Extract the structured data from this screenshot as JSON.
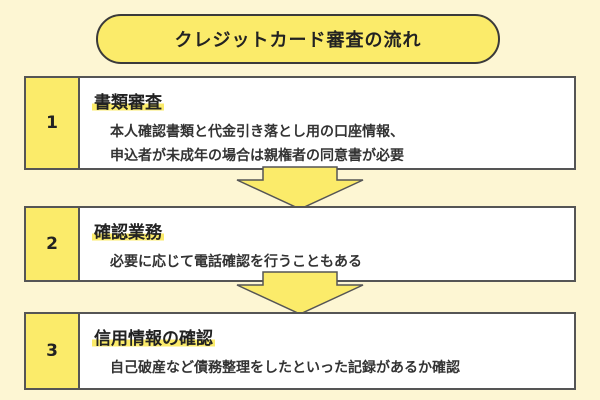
{
  "title": "クレジットカード審査の流れ",
  "steps": [
    {
      "number": "1",
      "title": "書類審査",
      "lines": [
        "本人確認書類と代金引き落とし用の口座情報、",
        "申込者が未成年の場合は親権者の同意書が必要"
      ]
    },
    {
      "number": "2",
      "title": "確認業務",
      "lines": [
        "必要に応じて電話確認を行うこともある"
      ]
    },
    {
      "number": "3",
      "title": "信用情報の確認",
      "lines": [
        "自己破産など債務整理をしたといった記録があるか確認"
      ]
    }
  ],
  "colors": {
    "background": "#fdf6d3",
    "accent": "#fbeb6a",
    "border": "#555555"
  },
  "icons": [
    "down-arrow-icon"
  ]
}
